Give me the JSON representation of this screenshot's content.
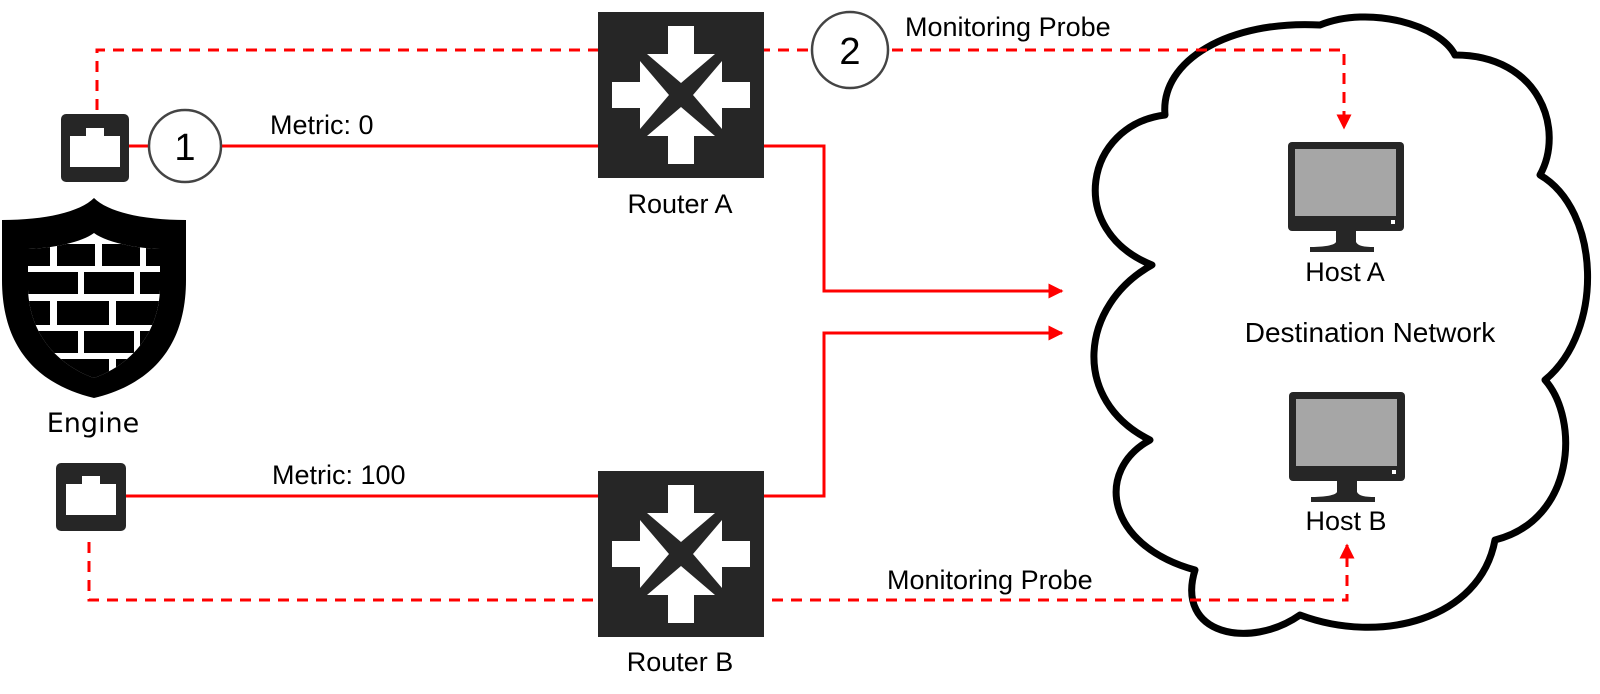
{
  "nodes": {
    "engine": {
      "label": "Engine"
    },
    "router_a": {
      "label": "Router A"
    },
    "router_b": {
      "label": "Router B"
    },
    "host_a": {
      "label": "Host A"
    },
    "host_b": {
      "label": "Host B"
    },
    "cloud": {
      "label": "Destination Network"
    }
  },
  "links": {
    "link_a": {
      "label": "Metric: 0",
      "style": "solid"
    },
    "link_b": {
      "label": "Metric: 100",
      "style": "solid"
    },
    "probe_a": {
      "label": "Monitoring Probe",
      "style": "dashed"
    },
    "probe_b": {
      "label": "Monitoring Probe",
      "style": "dashed"
    }
  },
  "markers": {
    "step_1": "1",
    "step_2": "2"
  },
  "icons": {
    "engine": "firewall-shield-icon",
    "interface": "ethernet-port-icon",
    "router": "router-icon",
    "host": "monitor-icon",
    "network": "cloud-icon"
  },
  "colors": {
    "link": "#ff0000",
    "icon_dark": "#262626",
    "screen": "#a6a6a6",
    "outline": "#000000"
  }
}
